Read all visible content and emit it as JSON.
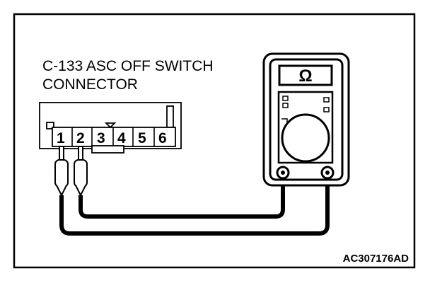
{
  "connector": {
    "title_line1": "C-133 ASC OFF SWITCH",
    "title_line2": "CONNECTOR",
    "pins": [
      "1",
      "2",
      "3",
      "4",
      "5",
      "6"
    ]
  },
  "meter": {
    "display_symbol": "Ω",
    "icon": "ohmmeter-icon"
  },
  "figure_code": "AC307176AD",
  "colors": {
    "ink": "#000000",
    "background": "#ffffff"
  }
}
